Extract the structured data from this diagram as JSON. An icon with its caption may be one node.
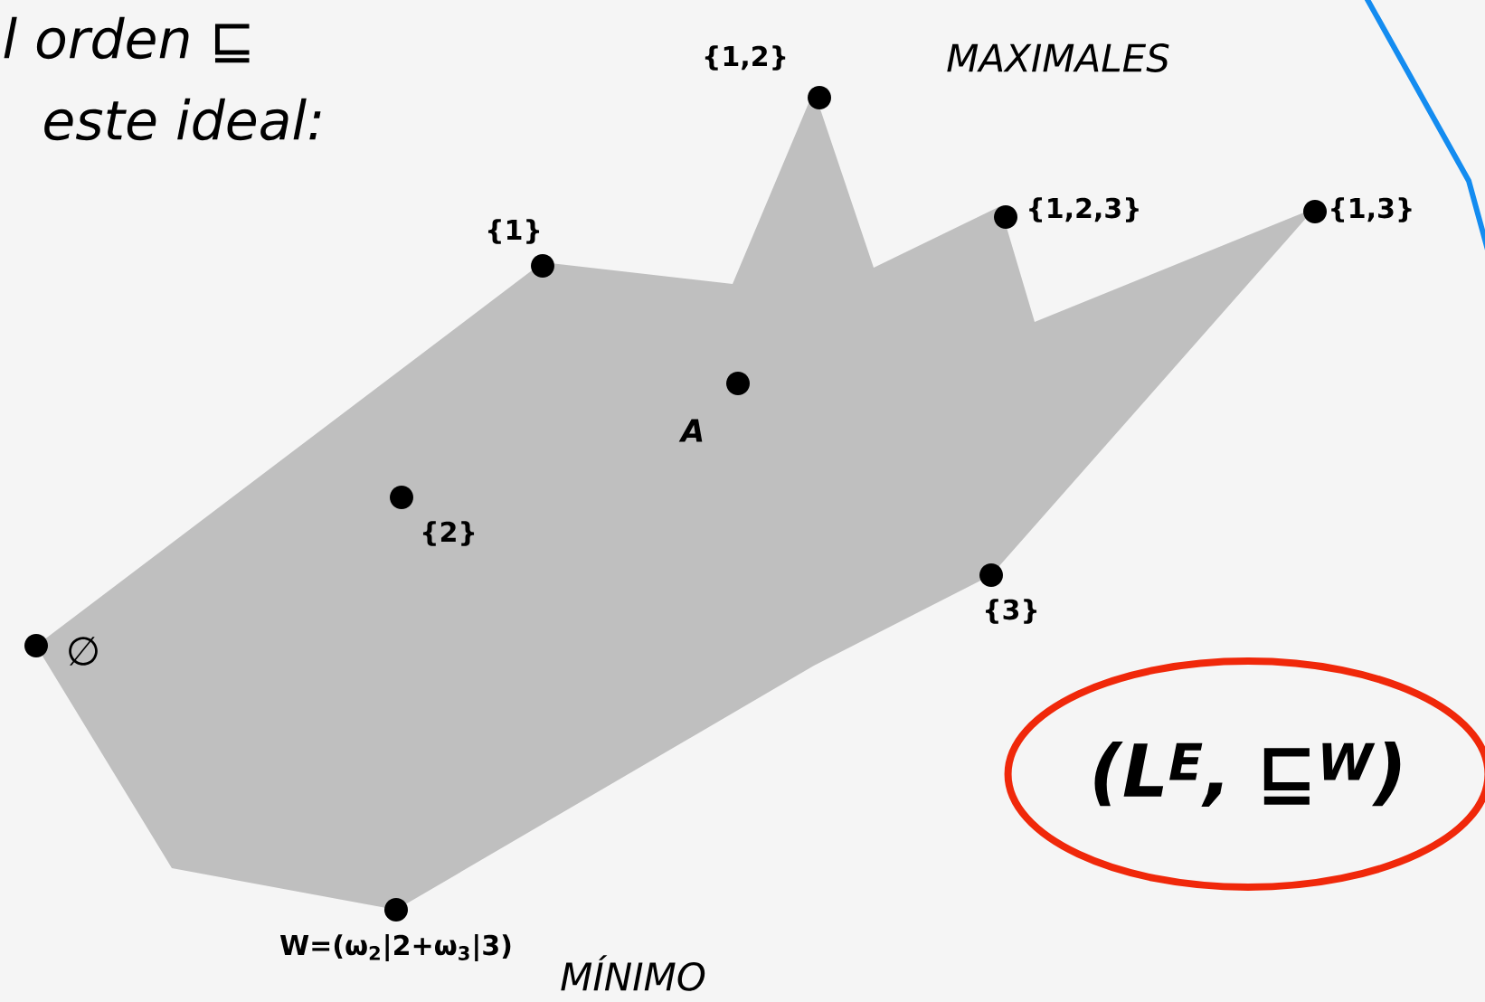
{
  "diagram": {
    "nodes": [
      {
        "text": [
          "(L$^{E}$, ⊑$^{W}$)"
        ]
      }
    ],
    "labels": [
      "l orden ⊑",
      "{1,2}",
      "MAXIMALES",
      "este ideal:",
      "{1}",
      "{1,2,3}",
      "{1,3}",
      "A",
      "{2}",
      "{3}",
      "∅",
      "W=(ω$_{2}$|2+ω$_{3}$|3)",
      "MÍNIMO"
    ]
  }
}
